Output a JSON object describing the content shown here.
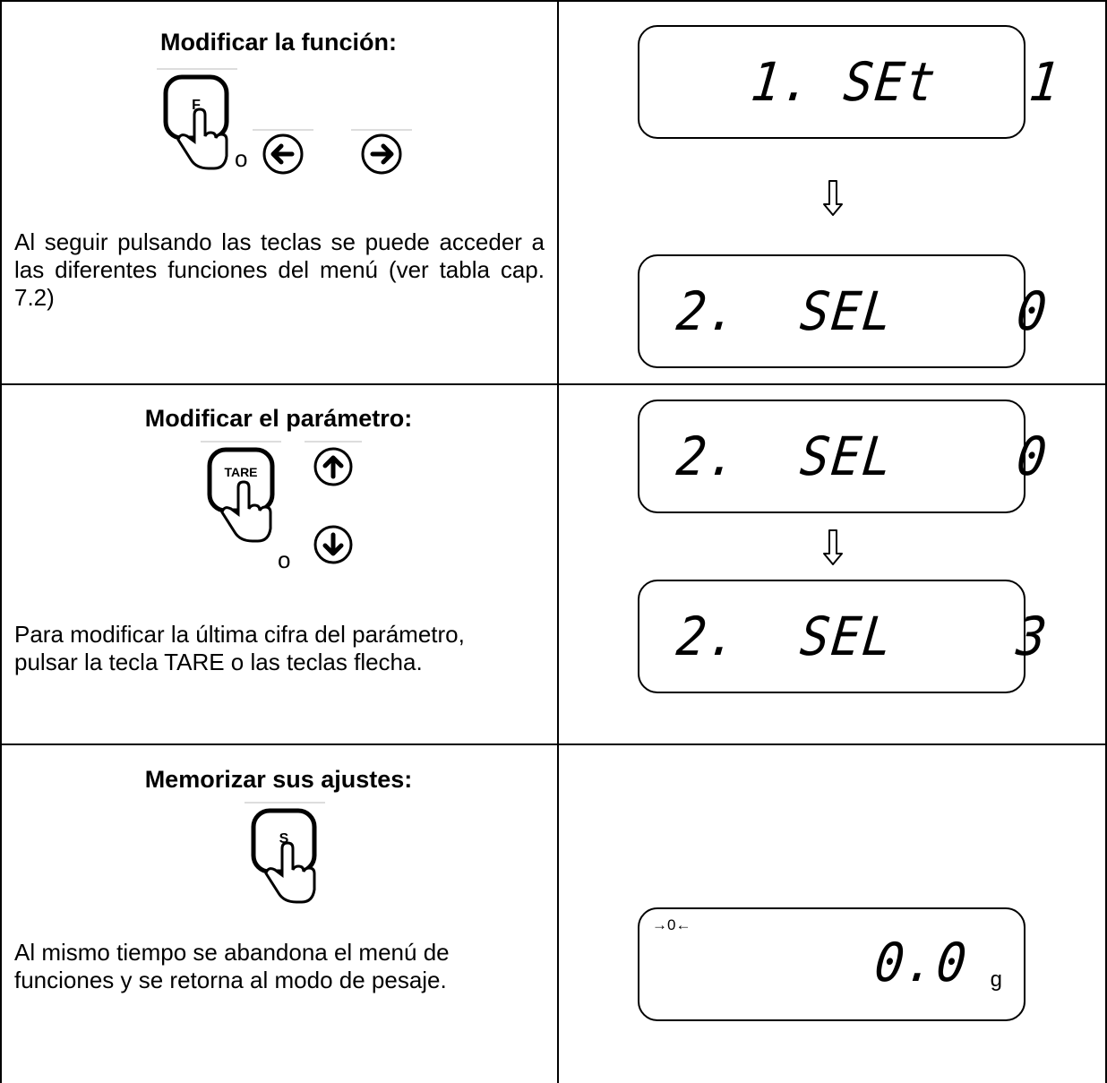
{
  "rows": [
    {
      "heading": "Modificar la función:",
      "or_text": "o",
      "text": "Al seguir pulsando las teclas se puede acceder a las diferentes funciones del menú (ver tabla cap. 7.2)",
      "displays": [
        "1. SEt   1",
        "2.  SEL    0"
      ],
      "keys": {
        "main": "F",
        "alt": [
          "left-arrow",
          "right-arrow"
        ]
      }
    },
    {
      "heading": "Modificar el parámetro:",
      "or_text": "o",
      "text": "Para modificar la última cifra del parámetro, pulsar la tecla TARE o las teclas flecha.",
      "displays": [
        "2.  SEL    0",
        "2.  SEL    3"
      ],
      "keys": {
        "main": "TARE",
        "alt": [
          "up-arrow",
          "down-arrow"
        ]
      }
    },
    {
      "heading": "Memorizar sus ajustes:",
      "text": "Al mismo tiempo se abandona el menú de funciones y se retorna al modo de pesaje.",
      "display_indicator": "→0←",
      "display_value": "0.0",
      "display_unit": "g",
      "keys": {
        "main": "S"
      }
    }
  ]
}
